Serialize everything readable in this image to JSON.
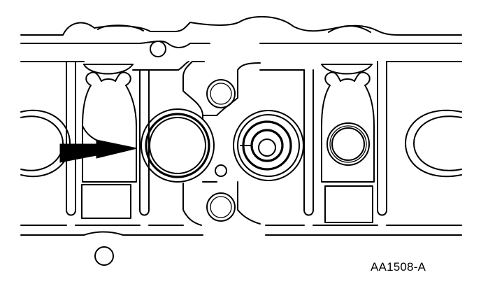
{
  "figure": {
    "label": "AA1508-A",
    "components": [
      "cylinder-head-gasket-surface",
      "bolt-hole",
      "cylinder-bore",
      "coolant-passage",
      "valve-seat",
      "spark-plug-port",
      "indicator-arrow"
    ]
  }
}
